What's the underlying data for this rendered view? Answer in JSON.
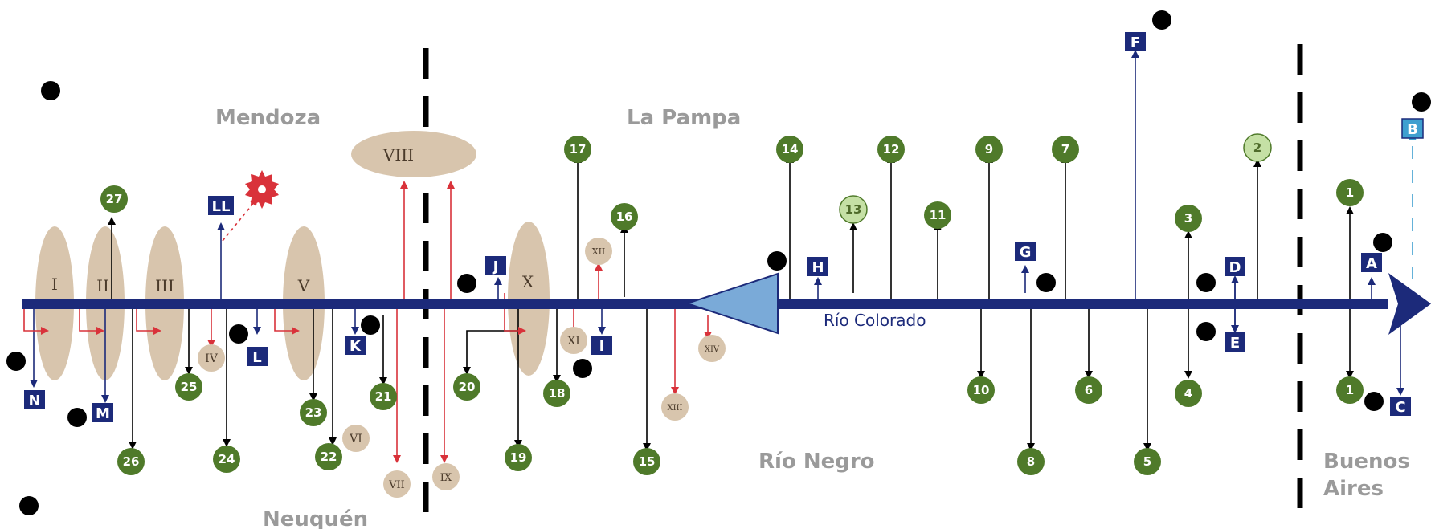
{
  "provinces": {
    "mendoza": "Mendoza",
    "la_pampa": "La Pampa",
    "neuquen": "Neuquén",
    "rio_negro": "Río Negro",
    "buenos_aires_1": "Buenos",
    "buenos_aires_2": "Aires"
  },
  "river": {
    "name": "Río Colorado"
  },
  "colors": {
    "river": "#1c2a7a",
    "green_node": "#4f7a2a",
    "light_green_node": "#c5e0a5",
    "tan_zone": "#d8c5ad",
    "blue_box": "#1c2a7a",
    "cyan_box": "#3fa0d0",
    "red_arrow": "#d9323a",
    "dam": "#7aaad8"
  },
  "zones": {
    "I": "I",
    "II": "II",
    "III": "III",
    "V": "V",
    "VIII": "VIII",
    "X": "X",
    "IV": "IV",
    "VI": "VI",
    "VII": "VII",
    "IX": "IX",
    "XI": "XI",
    "XII": "XII",
    "XIII": "XIII",
    "XIV": "XIV"
  },
  "stations": {
    "s1a": "1",
    "s1b": "1",
    "s2": "2",
    "s3": "3",
    "s4": "4",
    "s5": "5",
    "s6": "6",
    "s7": "7",
    "s8": "8",
    "s9": "9",
    "s10": "10",
    "s11": "11",
    "s12": "12",
    "s13": "13",
    "s14": "14",
    "s15": "15",
    "s16": "16",
    "s17": "17",
    "s18": "18",
    "s19": "19",
    "s20": "20",
    "s21": "21",
    "s22": "22",
    "s23": "23",
    "s24": "24",
    "s25": "25",
    "s26": "26",
    "s27": "27"
  },
  "boxes": {
    "A": "A",
    "B": "B",
    "C": "C",
    "D": "D",
    "E": "E",
    "F": "F",
    "G": "G",
    "H": "H",
    "I": "I",
    "J": "J",
    "K": "K",
    "L": "L",
    "LL": "LL",
    "M": "M",
    "N": "N"
  }
}
